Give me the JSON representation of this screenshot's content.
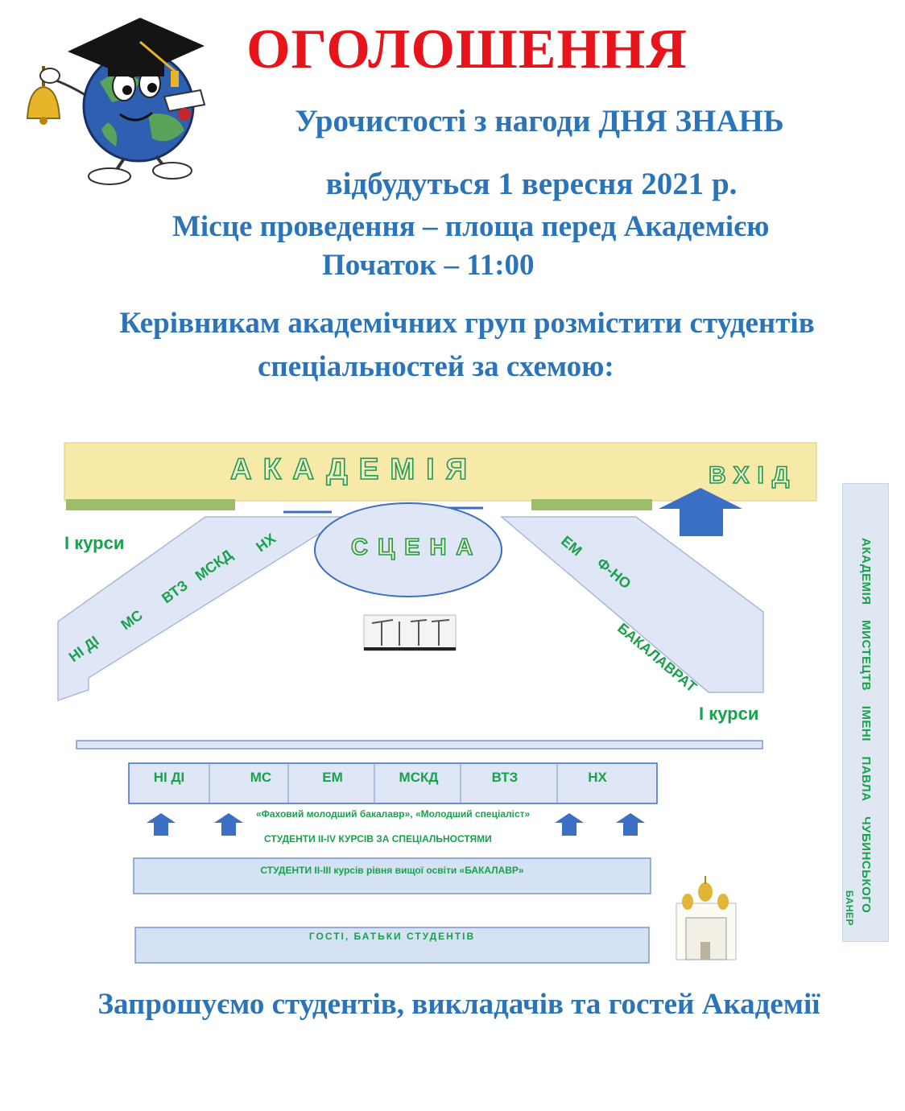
{
  "header": {
    "title": "ОГОЛОШЕННЯ",
    "line1": "Урочистості з нагоди ДНЯ ЗНАНЬ",
    "line2": "відбудуться 1 вересня 2021 р.",
    "line3": "Місце проведення – площа перед Академією",
    "line4": "Початок – 11:00",
    "line5": "Керівникам академічних груп розмістити студентів",
    "line6": "спеціальностей за схемою:"
  },
  "scheme": {
    "academy": "АКАДЕМІЯ",
    "entrance": "ВХІД",
    "stage": "СЦЕНА",
    "first_courses_left": "І курси",
    "first_courses_right": "І курси",
    "left_wing": [
      "НІ ДІ",
      "МС",
      "ВТЗ",
      "МСКД",
      "НХ"
    ],
    "right_wing": [
      "ЕМ",
      "Ф-НО",
      "БАКАЛАВРАТ"
    ],
    "row_cells": [
      "НІ ДІ",
      "МС",
      "ЕМ",
      "МСКД",
      "ВТЗ",
      "НХ"
    ],
    "note1": "«Фаховий молодший бакалавр», «Молодший спеціаліст»",
    "note2": "СТУДЕНТИ ІІ-ІV КУРСІВ ЗА СПЕЦІАЛЬНОСТЯМИ",
    "bachelor_row": "СТУДЕНТИ ІІ-ІІІ курсів рівня вищої освіти «БАКАЛАВР»",
    "guests_row": "ГОСТІ, БАТЬКИ СТУДЕНТІВ",
    "banner": "АКАДЕМІЯ МИСТЕЦТВ ІМЕНІ ПАВЛА ЧУБИНСЬКОГО",
    "banner_word": "БАНЕР"
  },
  "footer": "Запрошуємо студентів, викладачів та гостей Академії",
  "colors": {
    "title": "#e8141b",
    "text_blue": "#2b74b8",
    "label_green": "#1aa14b",
    "academy_fill": "#f7e9a8",
    "zone_fill": "#dfe6f5",
    "arrow": "#3b6fc4"
  },
  "icons": {
    "mascot": "globe-mascot-icon",
    "microphones": "microphone-stands-icon",
    "church": "church-icon",
    "arrow": "up-arrow-icon"
  }
}
